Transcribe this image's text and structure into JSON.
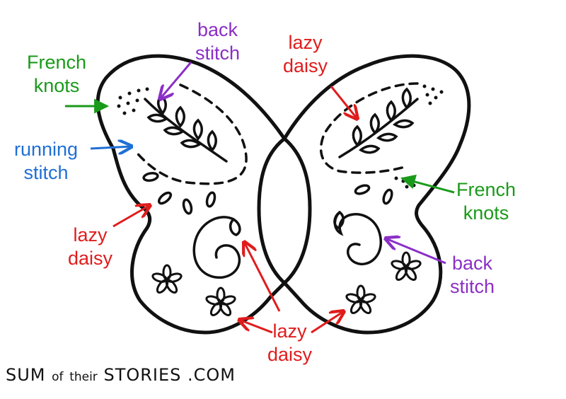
{
  "colors": {
    "outline": "#111111",
    "green": "#1a9a1a",
    "purple": "#8a2fc7",
    "red": "#e01c1c",
    "blue": "#1f6fd6"
  },
  "labels": {
    "back_stitch_top": {
      "line1": "back",
      "line2": "stitch",
      "color": "purple"
    },
    "french_knots_left": {
      "line1": "French",
      "line2": "knots",
      "color": "green"
    },
    "lazy_daisy_top": {
      "line1": "lazy",
      "line2": "daisy",
      "color": "red"
    },
    "running_stitch": {
      "line1": "running",
      "line2": "stitch",
      "color": "blue"
    },
    "french_knots_right": {
      "line1": "French",
      "line2": "knots",
      "color": "green"
    },
    "lazy_daisy_left": {
      "line1": "lazy",
      "line2": "daisy",
      "color": "red"
    },
    "back_stitch_right": {
      "line1": "back",
      "line2": "stitch",
      "color": "purple"
    },
    "lazy_daisy_bottom": {
      "line1": "lazy",
      "line2": "daisy",
      "color": "red"
    }
  },
  "footer": {
    "part1": "SUM",
    "part2": "of",
    "part3": "their",
    "part4": "STORIES",
    "part5": ".COM"
  }
}
